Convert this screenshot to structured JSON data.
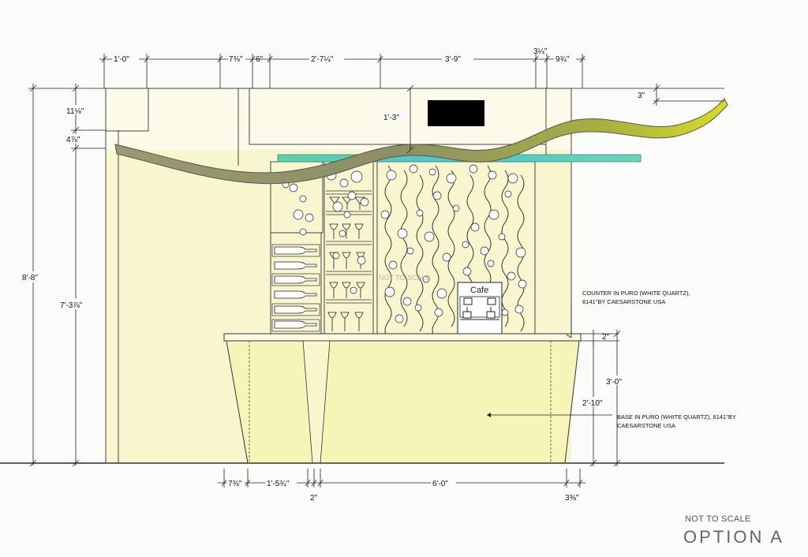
{
  "drawing": {
    "dims_top": [
      "1'-0\"",
      "7⅜\"",
      "6\"",
      "2'-7¼\"",
      "3'-9\"",
      "3¼\"",
      "9¾\""
    ],
    "dims_left": [
      "11⅛\"",
      "4⅞\"",
      "8'-8\"",
      "7'-3⅞\""
    ],
    "dims_bottom": [
      "7⅜\"",
      "1'-5¾\"",
      "2\"",
      "6'-0\"",
      "3⅜\""
    ],
    "dims_right": [
      "3\"",
      "2\"",
      "3'-0\"",
      "2'-10\""
    ],
    "dim_center": "1'-3\"",
    "cafe_label": "Cafe",
    "watermark": "NOT TO SCALE",
    "counter_note": [
      "COUNTER IN PURO (WHITE QUARTZ),",
      "8141\"BY CAESARSTONE USA"
    ],
    "base_note": [
      "BASE IN PURO (WHITE QUARTZ), 8141\"BY",
      "CAESARSTONE USA"
    ]
  },
  "footer": {
    "scale_note": "NOT TO SCALE",
    "option_label": "OPTION A"
  },
  "colors": {
    "wall_fill": "#f8f6cf",
    "base_fill": "#f6f4b6",
    "ribbon_fill": "#a4a65c",
    "glass_bar": "#53c8b0",
    "tv_screen": "#000000"
  }
}
